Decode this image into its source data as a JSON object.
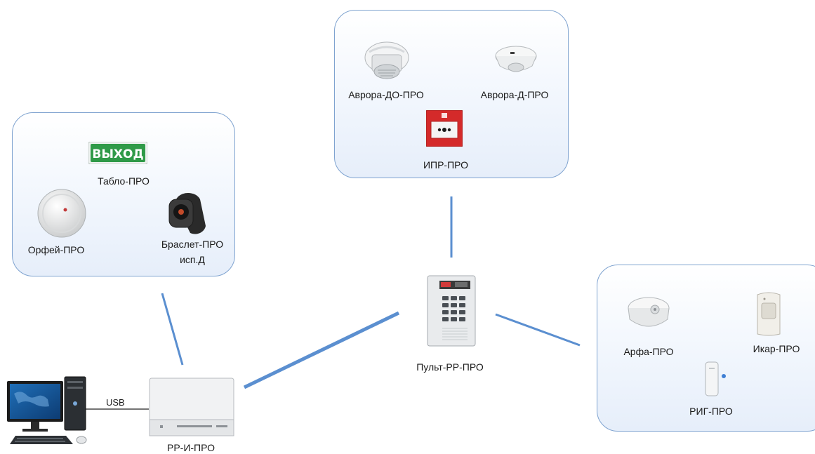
{
  "groups": {
    "left": {
      "devices": {
        "tablo": {
          "label": "Табло-ПРО",
          "sign_text": "ВЫХОД"
        },
        "orfey": {
          "label": "Орфей-ПРО"
        },
        "braslet": {
          "label_line1": "Браслет-ПРО",
          "label_line2": "исп.Д"
        }
      }
    },
    "top": {
      "devices": {
        "avrora_do": {
          "label": "Аврора-ДО-ПРО"
        },
        "avrora_d": {
          "label": "Аврора-Д-ПРО"
        },
        "ipr": {
          "label": "ИПР-ПРО"
        }
      }
    },
    "right": {
      "devices": {
        "arfa": {
          "label": "Арфа-ПРО"
        },
        "ikar": {
          "label": "Икар-ПРО"
        },
        "rig": {
          "label": "РИГ-ПРО"
        }
      }
    }
  },
  "hub": {
    "label": "Пульт-РР-ПРО"
  },
  "interface": {
    "label": "РР-И-ПРО"
  },
  "computer": {
    "connection_label": "USB"
  },
  "colors": {
    "link": "#5b8fd0",
    "group_border": "#7fa3d0",
    "sign_green": "#2f9a48",
    "alarm_red": "#d42a2a"
  }
}
